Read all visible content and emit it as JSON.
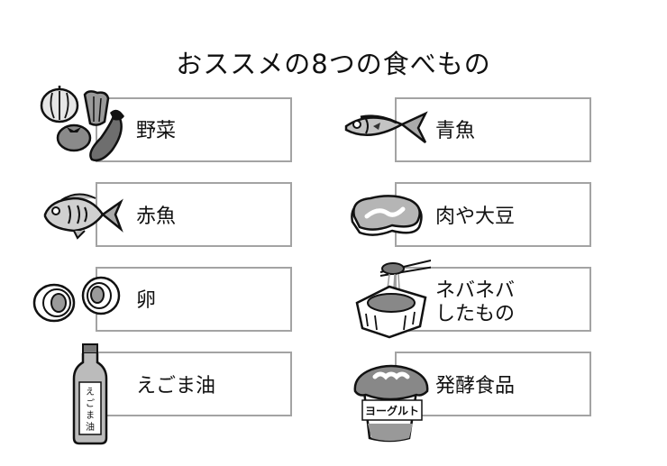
{
  "title": "おススメの8つの食べもの",
  "items": [
    {
      "label": "野菜",
      "icon": "vegetables-icon"
    },
    {
      "label": "青魚",
      "icon": "blue-fish-icon"
    },
    {
      "label": "赤魚",
      "icon": "red-fish-icon"
    },
    {
      "label": "肉や大豆",
      "icon": "meat-icon"
    },
    {
      "label": "卵",
      "icon": "egg-icon"
    },
    {
      "label_line1": "ネバネバ",
      "label_line2": "したもの",
      "icon": "natto-icon"
    },
    {
      "label": "えごま油",
      "icon": "perilla-oil-bottle-icon",
      "bottle_text": [
        "え",
        "ご",
        "ま",
        "油"
      ]
    },
    {
      "label": "発酵食品",
      "icon": "yogurt-icon",
      "yogurt_text": "ヨーグルト"
    }
  ],
  "colors": {
    "border": "#a3a3a3",
    "icon_grey": "#9a9a9a",
    "icon_dark": "#555555",
    "text": "#111111"
  }
}
